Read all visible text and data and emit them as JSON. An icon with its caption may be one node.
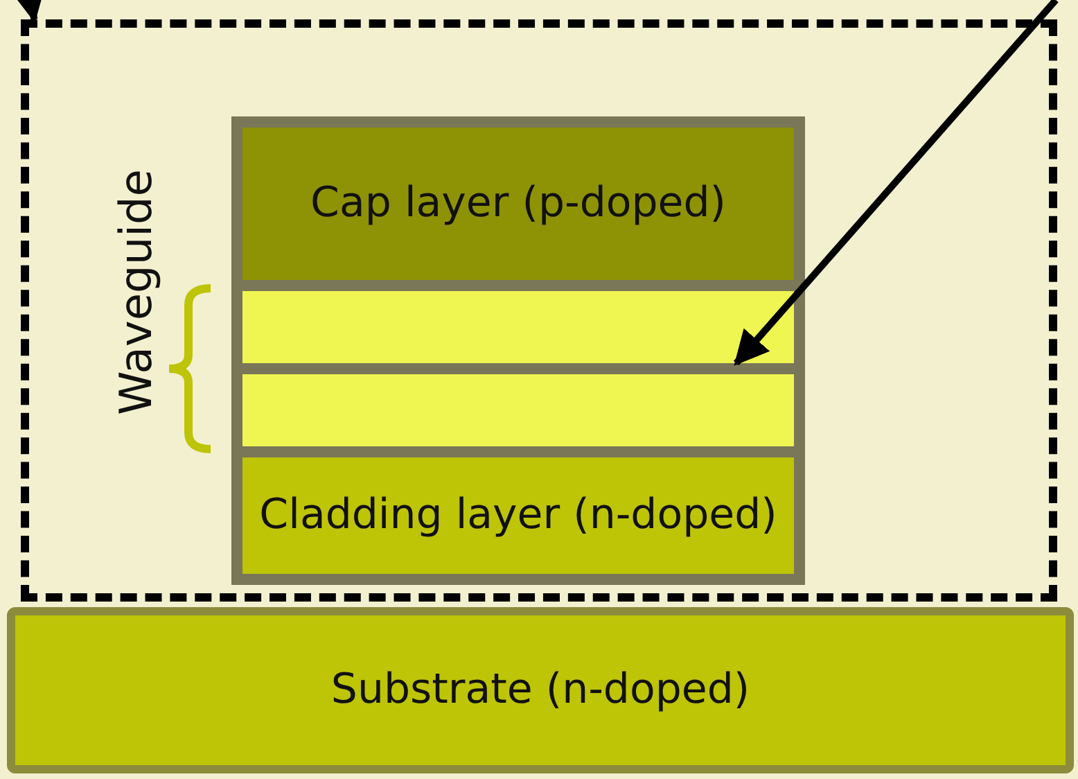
{
  "diagram": {
    "nodes": [
      {
        "text": [],
        "shape": "box"
      },
      {
        "text": [
          "Cap layer (p-doped)"
        ],
        "in": 0
      },
      {
        "text": [],
        "shape": "box",
        "in": 0
      },
      {
        "text": [],
        "shape": "bar",
        "in": 0
      },
      {
        "text": [],
        "shape": "box",
        "in": 0
      },
      {
        "text": [
          "Cladding layer (n-doped)"
        ],
        "in": 0
      },
      {
        "text": [
          "Substrate (n-doped)"
        ]
      }
    ],
    "edges": [
      {
        "from": null,
        "to": 0,
        "arrow": "to"
      },
      {
        "from": null,
        "to": 3,
        "arrow": "to"
      }
    ],
    "labels": [
      "Waveguide"
    ]
  }
}
